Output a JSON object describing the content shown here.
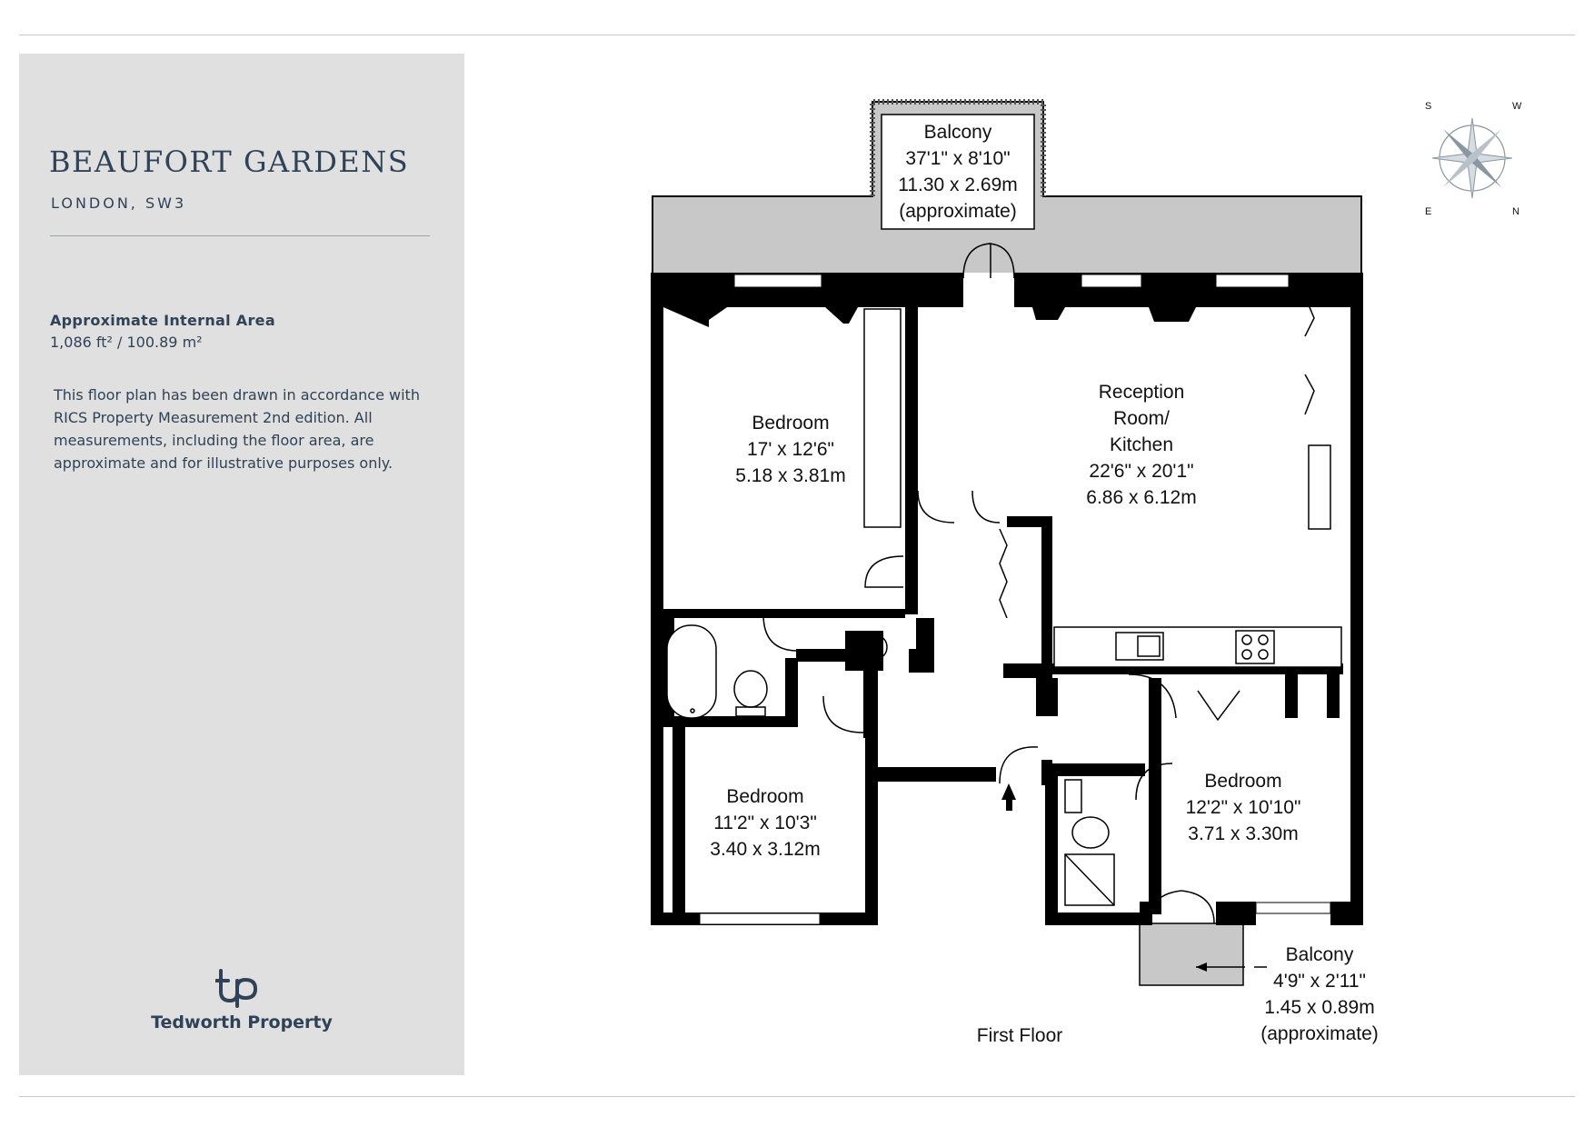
{
  "property": {
    "title": "BEAUFORT GARDENS",
    "location": "LONDON, SW3",
    "area_label": "Approximate Internal Area",
    "area_value": "1,086 ft² / 100.89 m²",
    "disclaimer": "This floor plan has been drawn in accordance with RICS Property Measurement 2nd edition. All measurements, including the floor area, are approximate and for illustrative purposes only."
  },
  "brand": {
    "name": "Tedworth Property",
    "logo": "tp-logo-mark"
  },
  "colors": {
    "panel": "#dfe0df",
    "text": "#2f4257",
    "wall": "#000000",
    "balcony": "#c8c8c8"
  },
  "floor_label": "First Floor",
  "compass": {
    "icon": "compass-rose-icon",
    "letters": [
      "S",
      "W",
      "E",
      "N"
    ]
  },
  "rooms": {
    "balcony_top": [
      "Balcony",
      "37'1\" x 8'10\"",
      "11.30 x 2.69m",
      "(approximate)"
    ],
    "bedroom_1": [
      "Bedroom",
      "17' x 12'6\"",
      "5.18 x 3.81m"
    ],
    "reception": [
      "Reception",
      "Room/",
      "Kitchen",
      "22'6\" x 20'1\"",
      "6.86 x 6.12m"
    ],
    "bedroom_2": [
      "Bedroom",
      "11'2\" x 10'3\"",
      "3.40 x 3.12m"
    ],
    "bedroom_3": [
      "Bedroom",
      "12'2\" x 10'10\"",
      "3.71 x 3.30m"
    ],
    "balcony_small": [
      "Balcony",
      "4'9\" x 2'11\"",
      "1.45 x 0.89m",
      "(approximate)"
    ]
  }
}
